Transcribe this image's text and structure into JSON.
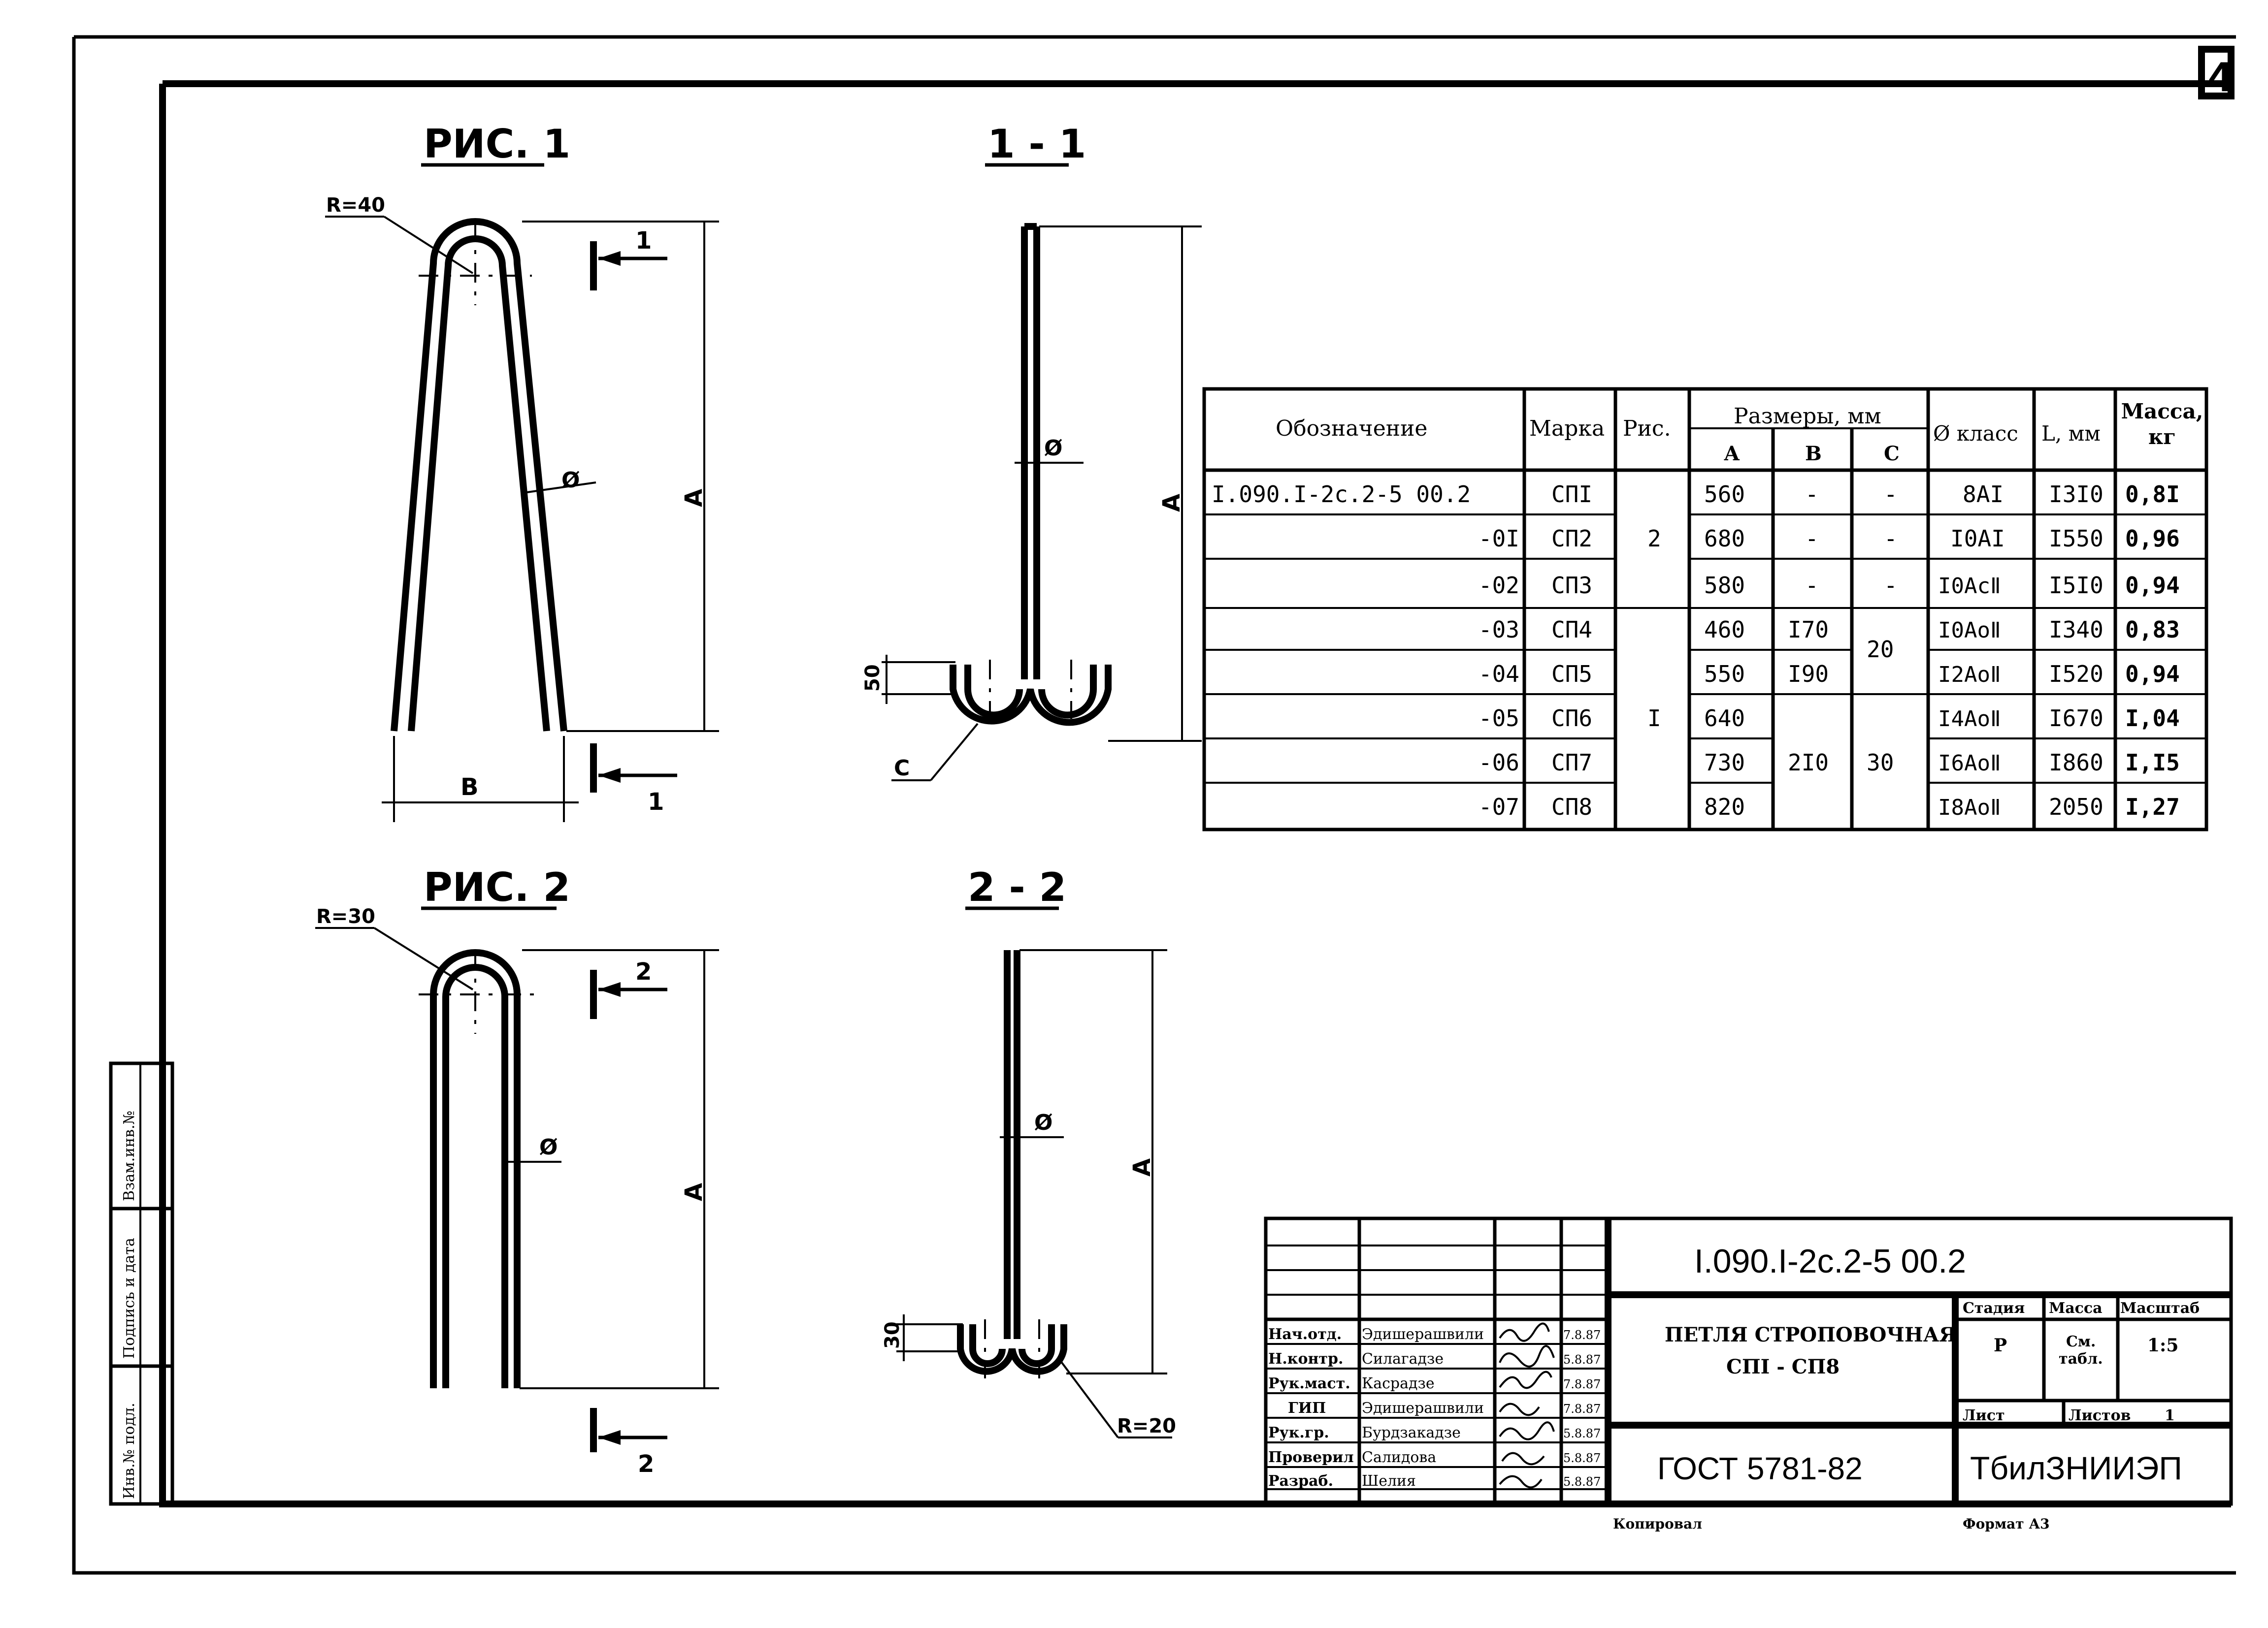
{
  "figures": {
    "fig1": {
      "title": "РИС. 1",
      "radius": "R=40",
      "dim_a": "А",
      "dim_b": "В",
      "diameter": "Ø",
      "section_mark": "1"
    },
    "sec1": {
      "title": "1 - 1",
      "dim_a": "А",
      "dim_50": "50",
      "dim_c": "С",
      "diameter": "Ø"
    },
    "fig2": {
      "title": "РИС. 2",
      "radius": "R=30",
      "dim_a": "А",
      "diameter": "Ø",
      "section_mark": "2"
    },
    "sec2": {
      "title": "2 - 2",
      "dim_a": "А",
      "dim_30": "30",
      "radius": "R=20",
      "diameter": "Ø"
    }
  },
  "spec_table": {
    "headers": {
      "oboz": "Обозначение",
      "marka": "Марка",
      "ris": "Рис.",
      "razmery": "Размеры, мм",
      "a": "А",
      "b": "В",
      "c": "С",
      "klass": "Ø класс",
      "l": "L, мм",
      "massa": "Масса, кг"
    },
    "rows": [
      {
        "oboz": "I.090.I-2c.2-5 00.2",
        "marka": "СПI",
        "a": "560",
        "b": "-",
        "c": "-",
        "klass": "8AI",
        "l": "I3I0",
        "massa": "0,8I"
      },
      {
        "oboz": "-0I",
        "marka": "СП2",
        "a": "680",
        "b": "-",
        "c": "-",
        "klass": "I0AI",
        "l": "I550",
        "massa": "0,96"
      },
      {
        "oboz": "-02",
        "marka": "СП3",
        "a": "580",
        "b": "-",
        "c": "-",
        "klass": "I0AcⅡ",
        "l": "I5I0",
        "massa": "0,94"
      },
      {
        "oboz": "-03",
        "marka": "СП4",
        "a": "460",
        "b": "I70",
        "klass": "I0AoⅡ",
        "l": "I340",
        "massa": "0,83"
      },
      {
        "oboz": "-04",
        "marka": "СП5",
        "a": "550",
        "b": "I90",
        "klass": "I2AoⅡ",
        "l": "I520",
        "massa": "0,94"
      },
      {
        "oboz": "-05",
        "marka": "СП6",
        "a": "640",
        "klass": "I4AoⅡ",
        "l": "I670",
        "massa": "I,04"
      },
      {
        "oboz": "-06",
        "marka": "СП7",
        "a": "730",
        "klass": "I6AoⅡ",
        "l": "I860",
        "massa": "I,I5"
      },
      {
        "oboz": "-07",
        "marka": "СП8",
        "a": "820",
        "klass": "I8AoⅡ",
        "l": "2050",
        "massa": "I,27"
      }
    ],
    "merged": {
      "ris_top": "2",
      "ris_bottom": "I",
      "c_20": "20",
      "b_210": "2I0",
      "c_30": "30"
    }
  },
  "title_block": {
    "doc_code": "I.090.I-2c.2-5  00.2",
    "name_line1": "ПЕТЛЯ СТРОПОВОЧНАЯ",
    "name_line2": "СПI - СП8",
    "standard": "ГОСТ  5781-82",
    "org": "ТбилЗНИИЭП",
    "stage_label": "Стадия",
    "mass_label": "Масса",
    "scale_label": "Масштаб",
    "stage": "Р",
    "mass_line1": "См.",
    "mass_line2": "табл.",
    "scale": "1:5",
    "sheet_label": "Лист",
    "sheets_label": "Листов",
    "sheets": "1",
    "signers": [
      {
        "role": "Нач.отд.",
        "name": "Эдишерашвили",
        "date": "7.8.87"
      },
      {
        "role": "Н.контр.",
        "name": "Силагадзе",
        "date": "5.8.87"
      },
      {
        "role": "Рук.маст.",
        "name": "Касрадзе",
        "date": "7.8.87"
      },
      {
        "role": "ГИП",
        "name": "Эдишерашвили",
        "date": "7.8.87"
      },
      {
        "role": "Рук.гр.",
        "name": "Бурдзакадзе",
        "date": "5.8.87"
      },
      {
        "role": "Проверил",
        "name": "Салидова",
        "date": "5.8.87"
      },
      {
        "role": "Разраб.",
        "name": "Шелия",
        "date": "5.8.87"
      }
    ]
  },
  "footer": {
    "copied": "Копировал",
    "format": "Формат А3"
  },
  "side_stamp": {
    "f1": "Инв.№ подл.",
    "f2": "Подпись и дата",
    "f3": "Взам.инв.№"
  },
  "corner": "4"
}
